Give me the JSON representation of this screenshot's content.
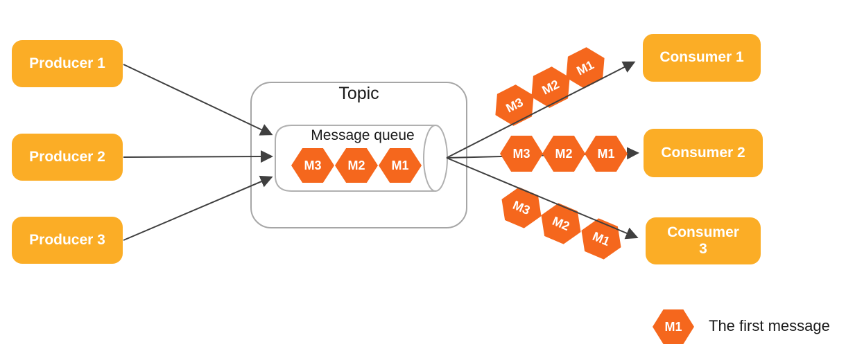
{
  "colors": {
    "node_fill": "#fbad26",
    "message_fill": "#f5671d",
    "arrow": "#3f3f3f",
    "topic_border": "#a6a6a6",
    "cylinder_border": "#b0b0b0"
  },
  "producers": [
    {
      "label": "Producer 1"
    },
    {
      "label": "Producer 2"
    },
    {
      "label": "Producer 3"
    }
  ],
  "consumers": [
    {
      "label": "Consumer 1"
    },
    {
      "label": "Consumer 2"
    },
    {
      "label": "Consumer\n3"
    }
  ],
  "topic": {
    "title": "Topic",
    "queue": {
      "label": "Message queue",
      "messages": [
        "M3",
        "M2",
        "M1"
      ]
    }
  },
  "streams": [
    {
      "target": "Consumer 1",
      "messages": [
        "M3",
        "M2",
        "M1"
      ]
    },
    {
      "target": "Consumer 2",
      "messages": [
        "M3",
        "M2",
        "M1"
      ]
    },
    {
      "target": "Consumer 3",
      "messages": [
        "M3",
        "M2",
        "M1"
      ]
    }
  ],
  "legend": {
    "symbol": "M1",
    "label": "The first message"
  }
}
